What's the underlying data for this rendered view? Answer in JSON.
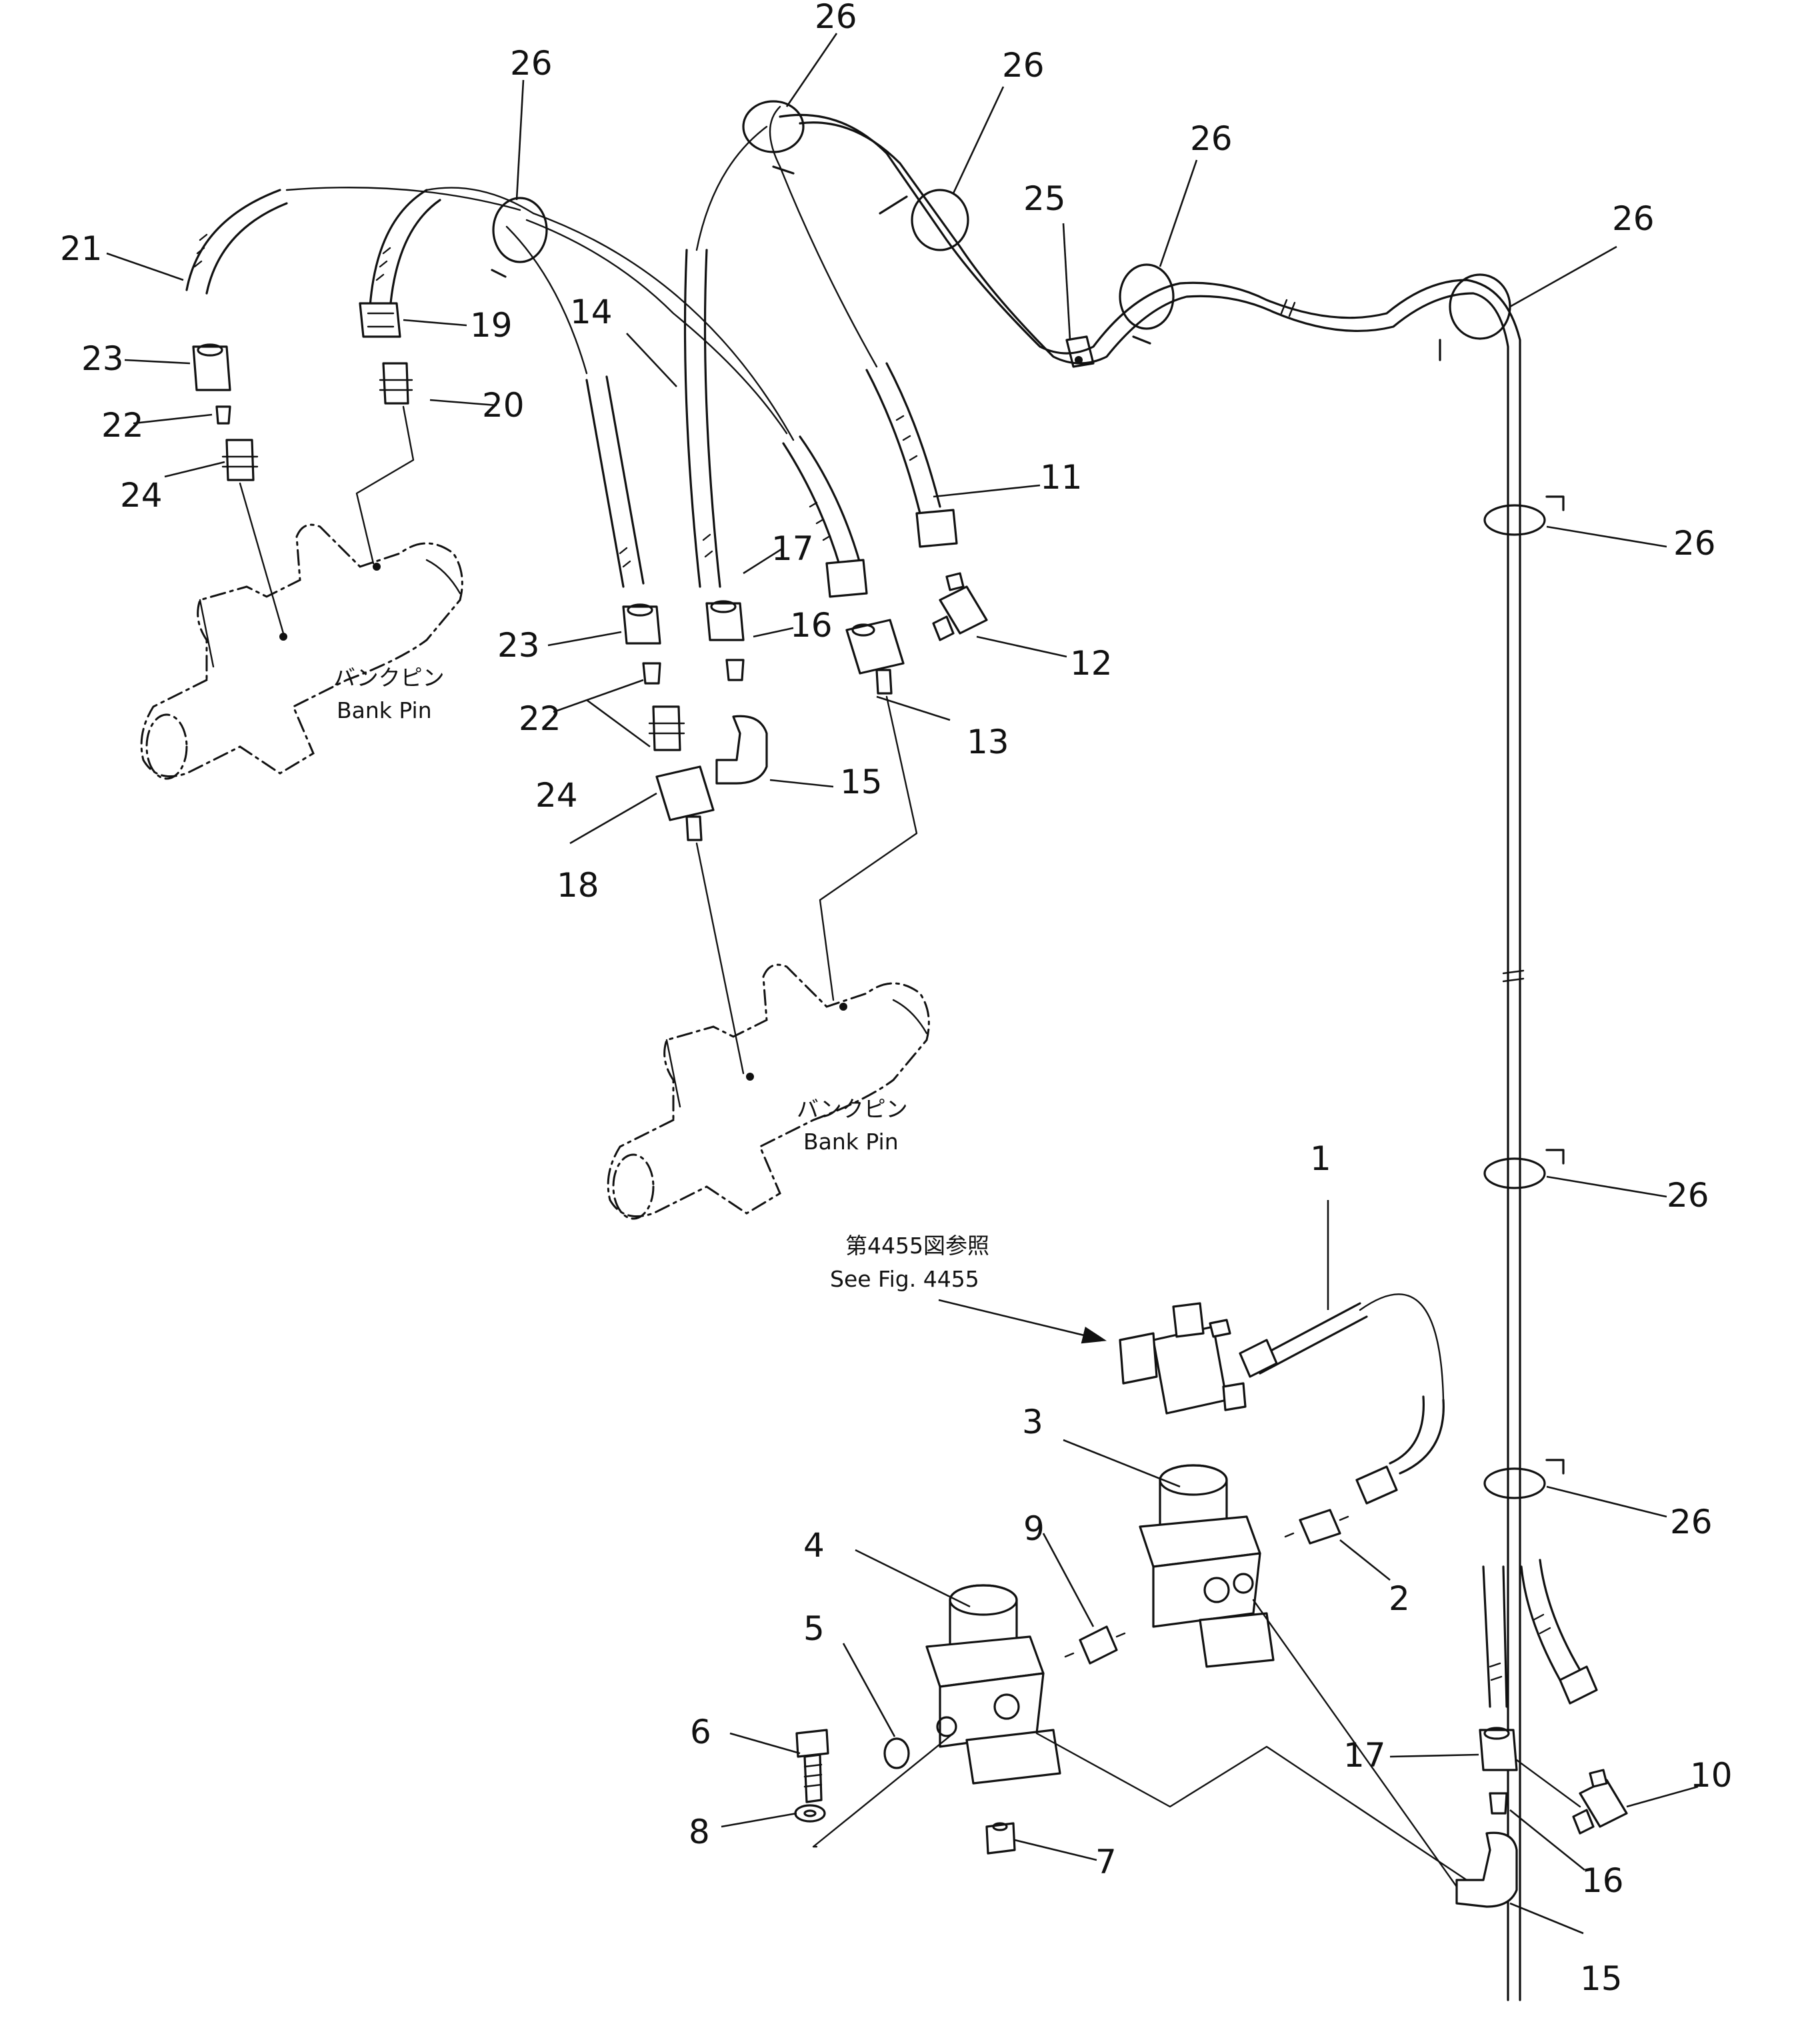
{
  "callouts": {
    "c1": "1",
    "c2": "2",
    "c3": "3",
    "c4": "4",
    "c5": "5",
    "c6": "6",
    "c7": "7",
    "c8": "8",
    "c9": "9",
    "c10": "10",
    "c11": "11",
    "c12": "12",
    "c13": "13",
    "c14": "14",
    "c15": "15",
    "c16": "16",
    "c17": "17",
    "c18": "18",
    "c19": "19",
    "c20": "20",
    "c21": "21",
    "c22": "22",
    "c23": "23",
    "c24": "24",
    "c25": "25",
    "c26": "26"
  },
  "notes": {
    "bank_pin_jp": "バンクピン",
    "bank_pin_en": "Bank Pin",
    "see_fig_jp": "第4455図参照",
    "see_fig_en": "See Fig. 4455"
  }
}
